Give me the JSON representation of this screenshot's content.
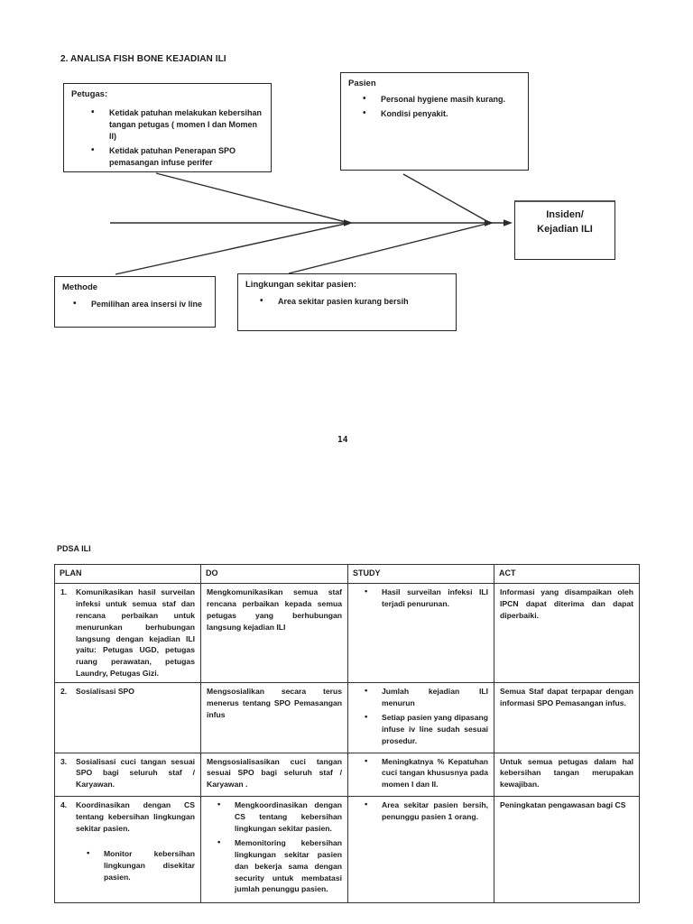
{
  "page": {
    "title": "2. ANALISA FISH BONE KEJADIAN ILI",
    "page_number": "14"
  },
  "fishbone": {
    "effect": {
      "line1": "Insiden/",
      "line2": "Kejadian ILI"
    },
    "causes": [
      {
        "label": "Petugas:",
        "items": [
          "Ketidak patuhan melakukan kebersihan tangan petugas ( momen I dan Momen II)",
          "Ketidak patuhan Penerapan SPO pemasangan infuse perifer"
        ]
      },
      {
        "label": "Pasien",
        "items": [
          "Personal hygiene  masih kurang.",
          "Kondisi penyakit."
        ]
      },
      {
        "label": "Methode",
        "items": [
          "Pemilihan area insersi iv line"
        ]
      },
      {
        "label": "Lingkungan sekitar pasien:",
        "items": [
          "Area  sekitar pasien kurang bersih"
        ]
      }
    ]
  },
  "pdsa": {
    "title": "PDSA ILI",
    "headers": [
      "PLAN",
      "DO",
      "STUDY",
      "ACT"
    ],
    "rows": [
      {
        "plan": {
          "num": "1.",
          "text": "Komunikasikan hasil surveilan infeksi  untuk semua staf dan rencana perbaikan untuk menurunkan berhubungan langsung dengan kejadian ILI yaitu: Petugas UGD, petugas ruang perawatan, petugas Laundry, Petugas Gizi."
        },
        "do": {
          "text": "Mengkomunikasikan semua staf rencana perbaikan kepada semua petugas yang berhubungan langsung kejadian ILI"
        },
        "study": {
          "bullets": [
            "Hasil surveilan infeksi ILI terjadi penurunan."
          ]
        },
        "act": {
          "text": "Informasi yang disampaikan oleh IPCN dapat diterima dan dapat diperbaiki."
        }
      },
      {
        "plan": {
          "num": "2.",
          "text": "Sosialisasi SPO"
        },
        "do": {
          "text": "Mengsosialikan secara terus menerus tentang SPO Pemasangan infus"
        },
        "study": {
          "bullets": [
            "Jumlah kejadian ILI menurun",
            "Setiap pasien yang dipasang infuse iv line sudah sesuai prosedur."
          ]
        },
        "act": {
          "text": "Semua Staf dapat terpapar dengan informasi SPO Pemasangan infus."
        }
      },
      {
        "plan": {
          "num": "3.",
          "text": "Sosialisasi cuci tangan sesuai SPO bagi seluruh staf / Karyawan."
        },
        "do": {
          "text": "Mengsosialisasikan cuci tangan sesuai SPO bagi seluruh staf / Karyawan ."
        },
        "study": {
          "bullets": [
            "Meningkatnya % Kepatuhan cuci tangan khususnya pada momen I dan II."
          ]
        },
        "act": {
          "text": "Untuk semua petugas dalam hal kebersihan tangan merupakan kewajiban."
        }
      },
      {
        "plan": {
          "num": "4.",
          "text": "Koordinasikan dengan CS tentang kebersihan lingkungan sekitar pasien.",
          "bullets": [
            "Monitor kebersihan lingkungan disekitar pasien."
          ]
        },
        "do": {
          "bullets": [
            "Mengkoordinasikan dengan CS tentang kebersihan lingkungan sekitar pasien.",
            "Memonitoring kebersihan lingkungan sekitar pasien dan bekerja sama dengan security untuk membatasi jumlah penunggu pasien."
          ]
        },
        "study": {
          "bullets": [
            "Area sekitar pasien bersih, penunggu pasien 1 orang."
          ]
        },
        "act": {
          "text": "Peningkatan pengawasan bagi CS"
        }
      }
    ]
  }
}
